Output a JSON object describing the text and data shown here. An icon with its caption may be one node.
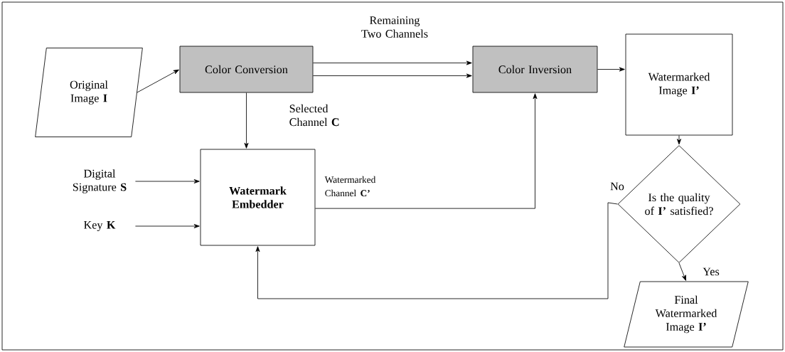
{
  "diagram": {
    "nodes": [
      {
        "text": [
          "Original Image **I**"
        ]
      },
      {
        "text": [
          "Color Conversion"
        ]
      },
      {
        "text": [
          "Color Inversion"
        ]
      },
      {
        "text": [
          "Watermarked Image **I’**"
        ]
      },
      {
        "text": [
          "Watermark Embedder"
        ]
      },
      {
        "text": [
          "Is the quality of **I’** satisfied?"
        ]
      },
      {
        "text": [
          "Final Watermarked Image **I’**"
        ]
      },
      {
        "text": [
          "Digital Signature **S**"
        ]
      },
      {
        "text": [
          "Key **K**"
        ]
      }
    ],
    "edges": [
      {
        "from": 0,
        "to": 1,
        "arrow": "to"
      },
      {
        "from": 1,
        "to": 2,
        "arrow": "to",
        "label": "Remaining Two Channels"
      },
      {
        "from": 1,
        "to": 2,
        "arrow": "to"
      },
      {
        "from": 1,
        "to": 4,
        "arrow": "to",
        "label": "Selected Channel **C**"
      },
      {
        "from": 4,
        "to": 2,
        "arrow": "to",
        "label": "Watermarked Channel **C’**"
      },
      {
        "from": 2,
        "to": 3,
        "arrow": "to"
      },
      {
        "from": 3,
        "to": 5,
        "arrow": "to"
      },
      {
        "from": 5,
        "to": 4,
        "arrow": "to",
        "label": "No"
      },
      {
        "from": 5,
        "to": 6,
        "arrow": "to",
        "label": "Yes"
      },
      {
        "from": 7,
        "to": 4,
        "arrow": "to"
      },
      {
        "from": 8,
        "to": 4,
        "arrow": "to"
      }
    ]
  }
}
